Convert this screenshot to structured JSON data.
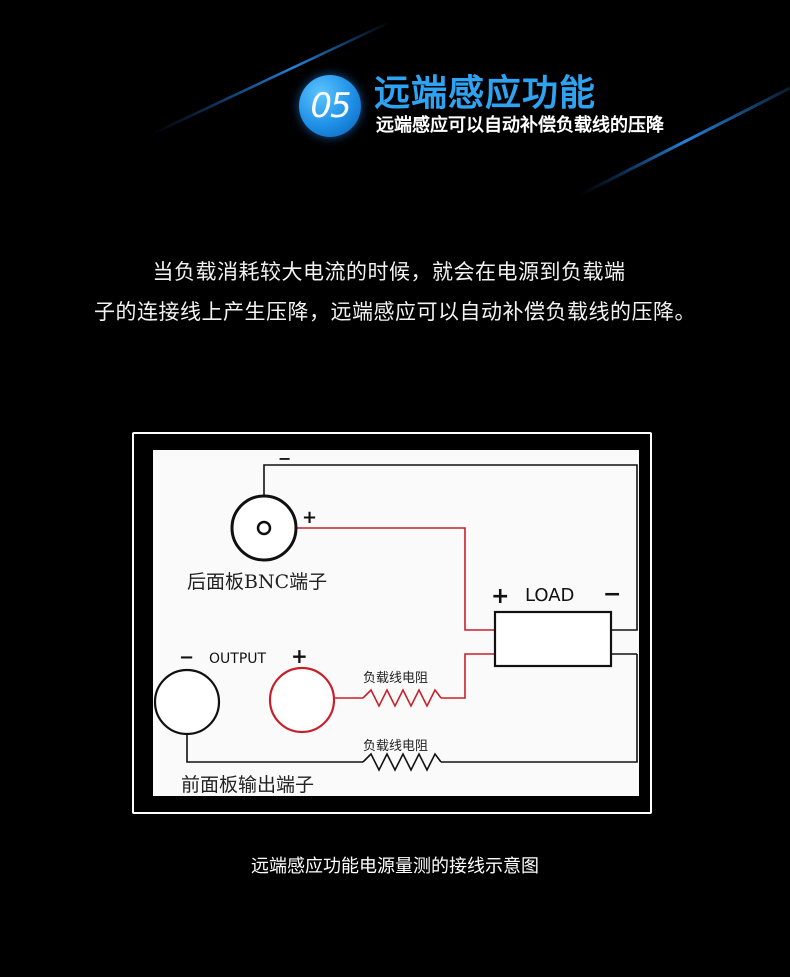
{
  "header": {
    "number": "05",
    "title": "远端感应功能",
    "subtitle": "远端感应可以自动补偿负载线的压降"
  },
  "description": {
    "line1": "当负载消耗较大电流的时候，就会在电源到负载端",
    "line2": "子的连接线上产生压降，远端感应可以自动补偿负载线的压降。"
  },
  "diagram": {
    "bnc_label": "后面板BNC端子",
    "bnc_plus": "+",
    "bnc_minus": "−",
    "load_label": "LOAD",
    "load_plus": "+",
    "load_minus": "−",
    "output_label": "OUTPUT",
    "output_minus": "−",
    "output_plus": "+",
    "resistor_top_label": "负载线电阻",
    "resistor_bottom_label": "负载线电阻",
    "front_label": "前面板输出端子",
    "colors": {
      "red_wire": "#c8202a",
      "black_wire": "#111111"
    }
  },
  "caption": "远端感应功能电源量测的接线示意图"
}
